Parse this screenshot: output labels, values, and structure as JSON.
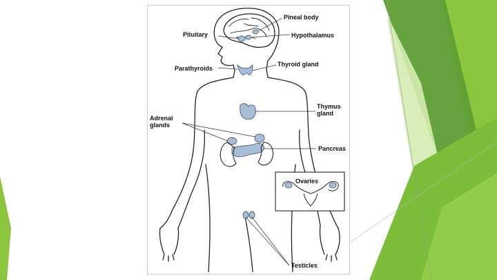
{
  "theme": {
    "accent_dark": "#5a9c2e",
    "accent_mid": "#7dbf3a",
    "accent_light": "#cfe6a6",
    "gland_fill": "#a8bdd6"
  },
  "diagram": {
    "labels": {
      "pineal_body": "Pineal body",
      "pituitary": "Pituitary",
      "hypothalamus": "Hypothalamus",
      "parathyroids": "Parathyroids",
      "thyroid_gland": "Thyroid gland",
      "thymus_gland": "Thymus\ngland",
      "adrenal_glands": "Adrenal\nglands",
      "pancreas": "Pancreas",
      "ovaries": "Ovaries",
      "testicles": "Testicles"
    }
  }
}
